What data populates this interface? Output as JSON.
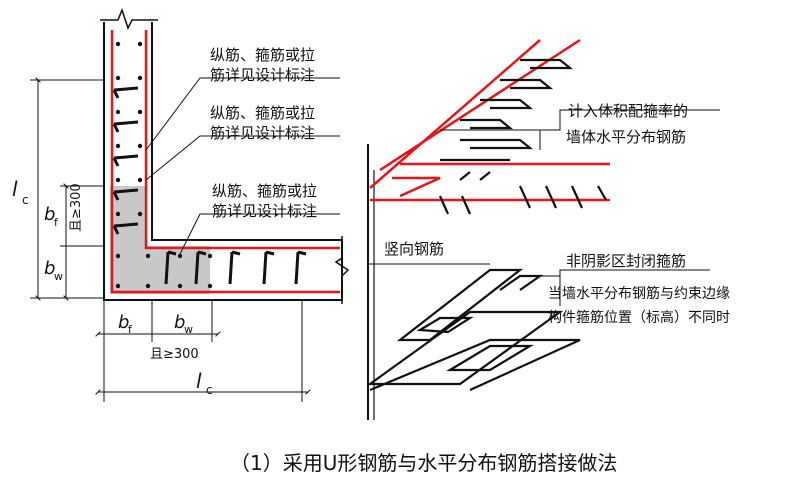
{
  "plan_labels": {
    "note_1_line_1": "纵筋、箍筋或拉",
    "note_1_line_2": "筋详见设计标注",
    "note_2_line_1": "纵筋、箍筋或拉",
    "note_2_line_2": "筋详见设计标注",
    "note_3_line_1": "纵筋、箍筋或拉",
    "note_3_line_2": "筋详见设计标注",
    "lc_left": "l",
    "lc_left_sub": "c",
    "bf_left": "b",
    "bf_left_sub": "f",
    "min_300_left": "且≥300",
    "bw_left": "b",
    "bw_left_sub": "w",
    "bf_bottom": "b",
    "bf_bottom_sub": "f",
    "bw_bottom": "b",
    "bw_bottom_sub": "w",
    "min_300_bottom": "且≥300",
    "lc_bottom": "l",
    "lc_bottom_sub": "c"
  },
  "iso_labels": {
    "volume_ratio_line_1": "计入体积配箍率的",
    "volume_ratio_line_2": "墙体水平分布钢筋",
    "vertical_bar": "竖向钢筋",
    "non_shaded_stirrup": "非阴影区封闭箍筋",
    "note_line_1": "当墙水平分布钢筋与约束边缘",
    "note_line_2": "构件箍筋位置（标高）不同时"
  },
  "caption": "（1）采用U形钢筋与水平分布钢筋搭接做法",
  "colors": {
    "rebar_red": "#e8141a",
    "stirrup_black": "#111111",
    "shading": "#c8c8c8"
  }
}
